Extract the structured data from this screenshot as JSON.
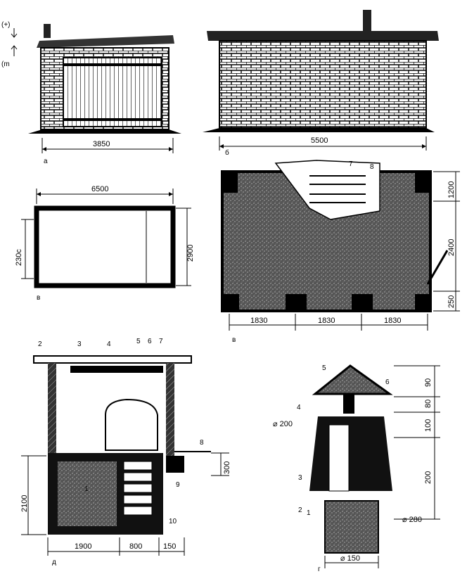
{
  "panels": {
    "a": {
      "label": "a",
      "width": "3850"
    },
    "b": {
      "label": "б",
      "width": "5500"
    },
    "v": {
      "label": "в",
      "width": "6500",
      "depth": "2900",
      "door": "230c"
    },
    "g": {
      "label": "в",
      "dims_bottom": [
        "1830",
        "1830",
        "1830"
      ],
      "dims_right": [
        "1200",
        "2400",
        "250"
      ],
      "callouts": [
        "7",
        "8"
      ]
    },
    "d": {
      "label": "д",
      "dims_bottom": [
        "1900",
        "800",
        "150"
      ],
      "height": "2100",
      "depth": "300",
      "callouts": [
        "1",
        "2",
        "3",
        "4",
        "5",
        "6",
        "7",
        "8",
        "9",
        "10"
      ]
    },
    "e": {
      "label": "г",
      "diam_top": "⌀ 200",
      "diam_side": "⌀ 280",
      "diam_base": "⌀ 150",
      "dims_right": [
        "90",
        "80",
        "100",
        "200"
      ],
      "callouts": [
        "1",
        "2",
        "3",
        "4",
        "5",
        "6"
      ]
    }
  },
  "margin_marks": [
    "(+)",
    "(m"
  ]
}
